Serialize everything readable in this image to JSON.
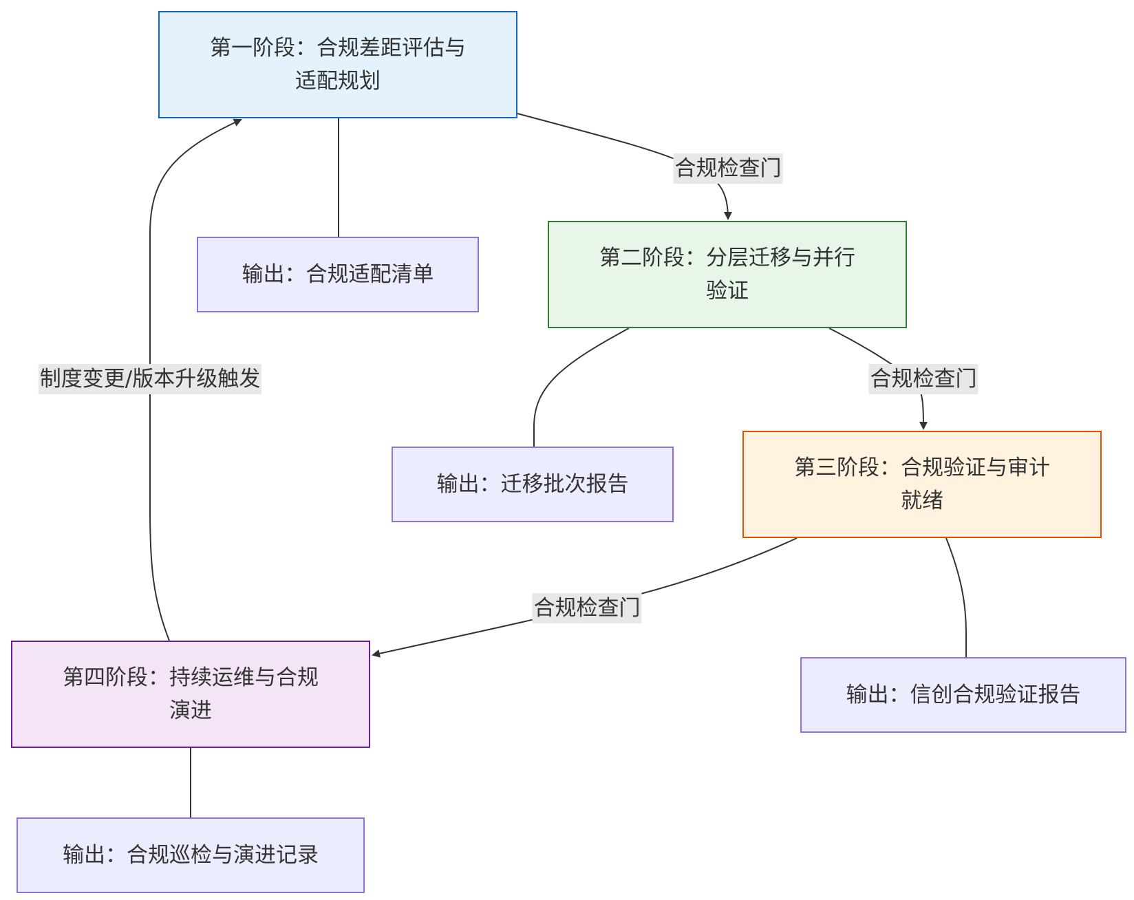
{
  "nodes": {
    "phase1": {
      "line1": "第一阶段：合规差距评估与",
      "line2": "适配规划"
    },
    "phase2": {
      "line1": "第二阶段：分层迁移与并行",
      "line2": "验证"
    },
    "phase3": {
      "line1": "第三阶段：合规验证与审计",
      "line2": "就绪"
    },
    "phase4": {
      "line1": "第四阶段：持续运维与合规",
      "line2": "演进"
    },
    "output1": "输出：合规适配清单",
    "output2": "输出：迁移批次报告",
    "output3": "输出：信创合规验证报告",
    "output4": "输出：合规巡检与演进记录"
  },
  "edge_labels": {
    "phase1_to_phase2": "合规检查门",
    "phase2_to_phase3": "合规检查门",
    "phase3_to_phase4": "合规检查门",
    "phase4_to_phase1": "制度变更/版本升级触发"
  },
  "colors": {
    "phase1_fill": "#e3f2fd",
    "phase1_stroke": "#1565c0",
    "phase2_fill": "#e8f5e9",
    "phase2_stroke": "#2e7d32",
    "phase3_fill": "#fff3e0",
    "phase3_stroke": "#e65100",
    "phase4_fill": "#f3e5f5",
    "phase4_stroke": "#6a1b9a",
    "output_fill": "#ececff",
    "output_stroke": "#9370db",
    "edge": "#333333",
    "edge_label_bg": "#e8e8e8"
  }
}
